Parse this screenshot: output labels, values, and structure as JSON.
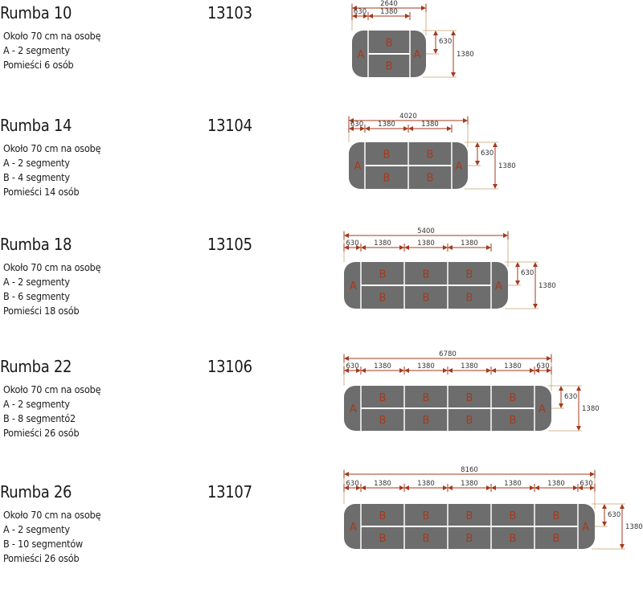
{
  "colors": {
    "table": "#6d6d6d",
    "segment_border": "#ffffff",
    "dimension_arrow": "#a33a1e",
    "dimension_line": "#c9a06f",
    "segment_letter": "#a33a1e"
  },
  "tables": [
    {
      "name": "Rumba 10",
      "code": "13103",
      "lines": [
        "Około 70 cm na osobę",
        "A - 2 segmenty",
        "Pomieści 6 osób"
      ],
      "b_columns": 1,
      "right_end_label": false,
      "dims": {
        "total": "2640",
        "end": "630",
        "seg": [
          "1380"
        ],
        "half": "630",
        "depth": "1380"
      }
    },
    {
      "name": "Rumba 14",
      "code": "13104",
      "lines": [
        "Około 70 cm na osobę",
        "A - 2 segmenty",
        "B - 4 segmenty",
        "Pomieści 14 osób"
      ],
      "b_columns": 2,
      "right_end_label": false,
      "dims": {
        "total": "4020",
        "end": "630",
        "seg": [
          "1380",
          "1380"
        ],
        "half": "630",
        "depth": "1380"
      }
    },
    {
      "name": "Rumba 18",
      "code": "13105",
      "lines": [
        "Około 70 cm na osobę",
        "A - 2 segmenty",
        "B - 6 segmenty",
        "Pomieści 18 osób"
      ],
      "b_columns": 3,
      "right_end_label": false,
      "dims": {
        "total": "5400",
        "end": "630",
        "seg": [
          "1380",
          "1380",
          "1380"
        ],
        "half": "630",
        "depth": "1380"
      }
    },
    {
      "name": "Rumba 22",
      "code": "13106",
      "lines": [
        "Około 70 cm na osobę",
        "A - 2 segmenty",
        "B - 8 segmentó2",
        "Pomieści 26 osób"
      ],
      "b_columns": 4,
      "right_end_label": true,
      "dims": {
        "total": "6780",
        "end": "630",
        "seg": [
          "1380",
          "1380",
          "1380",
          "1380"
        ],
        "end_right": "630",
        "half": "630",
        "depth": "1380"
      }
    },
    {
      "name": "Rumba 26",
      "code": "13107",
      "lines": [
        "Około 70 cm na osobę",
        "A - 2 segmenty",
        "B - 10 segmentów",
        "Pomieści 26 osób"
      ],
      "b_columns": 5,
      "right_end_label": true,
      "dims": {
        "total": "8160",
        "end": "630",
        "seg": [
          "1380",
          "1380",
          "1380",
          "1380",
          "1380"
        ],
        "end_right": "630",
        "half": "630",
        "depth": "1380"
      }
    }
  ],
  "segment_labels": {
    "end": "A",
    "middle": "B"
  }
}
